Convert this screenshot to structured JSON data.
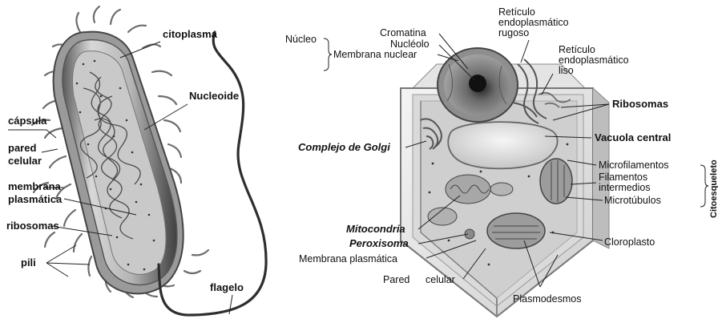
{
  "bacteria": {
    "labels": {
      "citoplasma": "citoplasma",
      "nucleoide": "Nucleoide",
      "capsula": "cápsula",
      "pared": "pared",
      "celular": "celular",
      "membrana": "membrana",
      "plasmatica": "plasmática",
      "ribosomas": "ribosomas",
      "pili": "pili",
      "flagelo": "flagelo"
    }
  },
  "plant_cell": {
    "labels": {
      "nucleo": "Núcleo",
      "cromatina": "Cromatina",
      "nucleolo": "Nucléolo",
      "membrana_nuclear": "Membrana nuclear",
      "rer_1": "Retículo",
      "rer_2": "endoplasmático",
      "rer_3": "rugoso",
      "rel_1": "Retículo",
      "rel_2": "endoplasmático",
      "rel_3": "liso",
      "ribosomas": "Ribosomas",
      "vacuola": "Vacuola central",
      "golgi": "Complejo de Golgi",
      "microfilamentos": "Microfilamentos",
      "filamentos_1": "Filamentos",
      "filamentos_2": "intermedios",
      "microtubulos": "Microtúbulos",
      "citoesqueleto": "Citoesqueleto",
      "mitocondria": "Mitocondria",
      "peroxisoma": "Peroxisoma",
      "membrana_plasmatica": "Membrana plasmática",
      "pared": "Pared",
      "celular": "celular",
      "cloroplasto": "Cloroplasto",
      "plasmodesmos": "Plasmodesmos"
    }
  }
}
